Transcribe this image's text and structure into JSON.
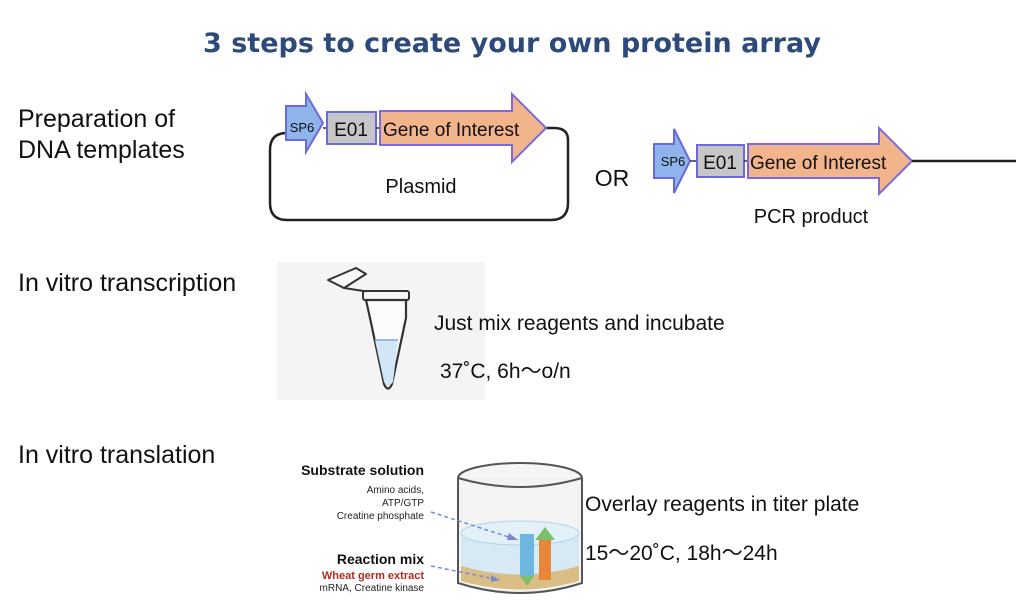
{
  "title": "3 steps to create your own protein array",
  "steps": [
    {
      "label_line1": "Preparation of",
      "label_line2": "DNA templates"
    },
    {
      "label": "In vitro transcription"
    },
    {
      "label": "In vitro translation"
    }
  ],
  "step1": {
    "plasmid": {
      "promoter": "SP6",
      "tag": "E01",
      "gene": "Gene of Interest",
      "caption": "Plasmid"
    },
    "or_label": "OR",
    "pcr": {
      "promoter": "SP6",
      "tag": "E01",
      "gene": "Gene of Interest",
      "caption": "PCR product"
    }
  },
  "step2": {
    "instruction": "Just mix reagents and incubate",
    "condition": "37˚C, 6h〜o/n"
  },
  "step3": {
    "substrate": {
      "heading": "Substrate solution",
      "lines": [
        "Amino acids,",
        "ATP/GTP",
        "Creatine  phosphate"
      ]
    },
    "reaction": {
      "heading": "Reaction mix",
      "highlight": "Wheat germ extract",
      "line": "mRNA, Creatine kinase"
    },
    "instruction": "Overlay reagents in titer plate",
    "condition": "15〜20˚C, 18h〜24h"
  },
  "colors": {
    "title": "#2e4a7a",
    "promoter_fill": "#8fb4ec",
    "promoter_stroke": "#6a6adc",
    "tag_fill": "#c6c6c6",
    "gene_fill": "#f2b48a",
    "gene_stroke": "#7a6ae0",
    "highlight": "#b52a1e"
  },
  "icons": [
    "microcentrifuge-tube-icon",
    "titer-well-icon"
  ]
}
